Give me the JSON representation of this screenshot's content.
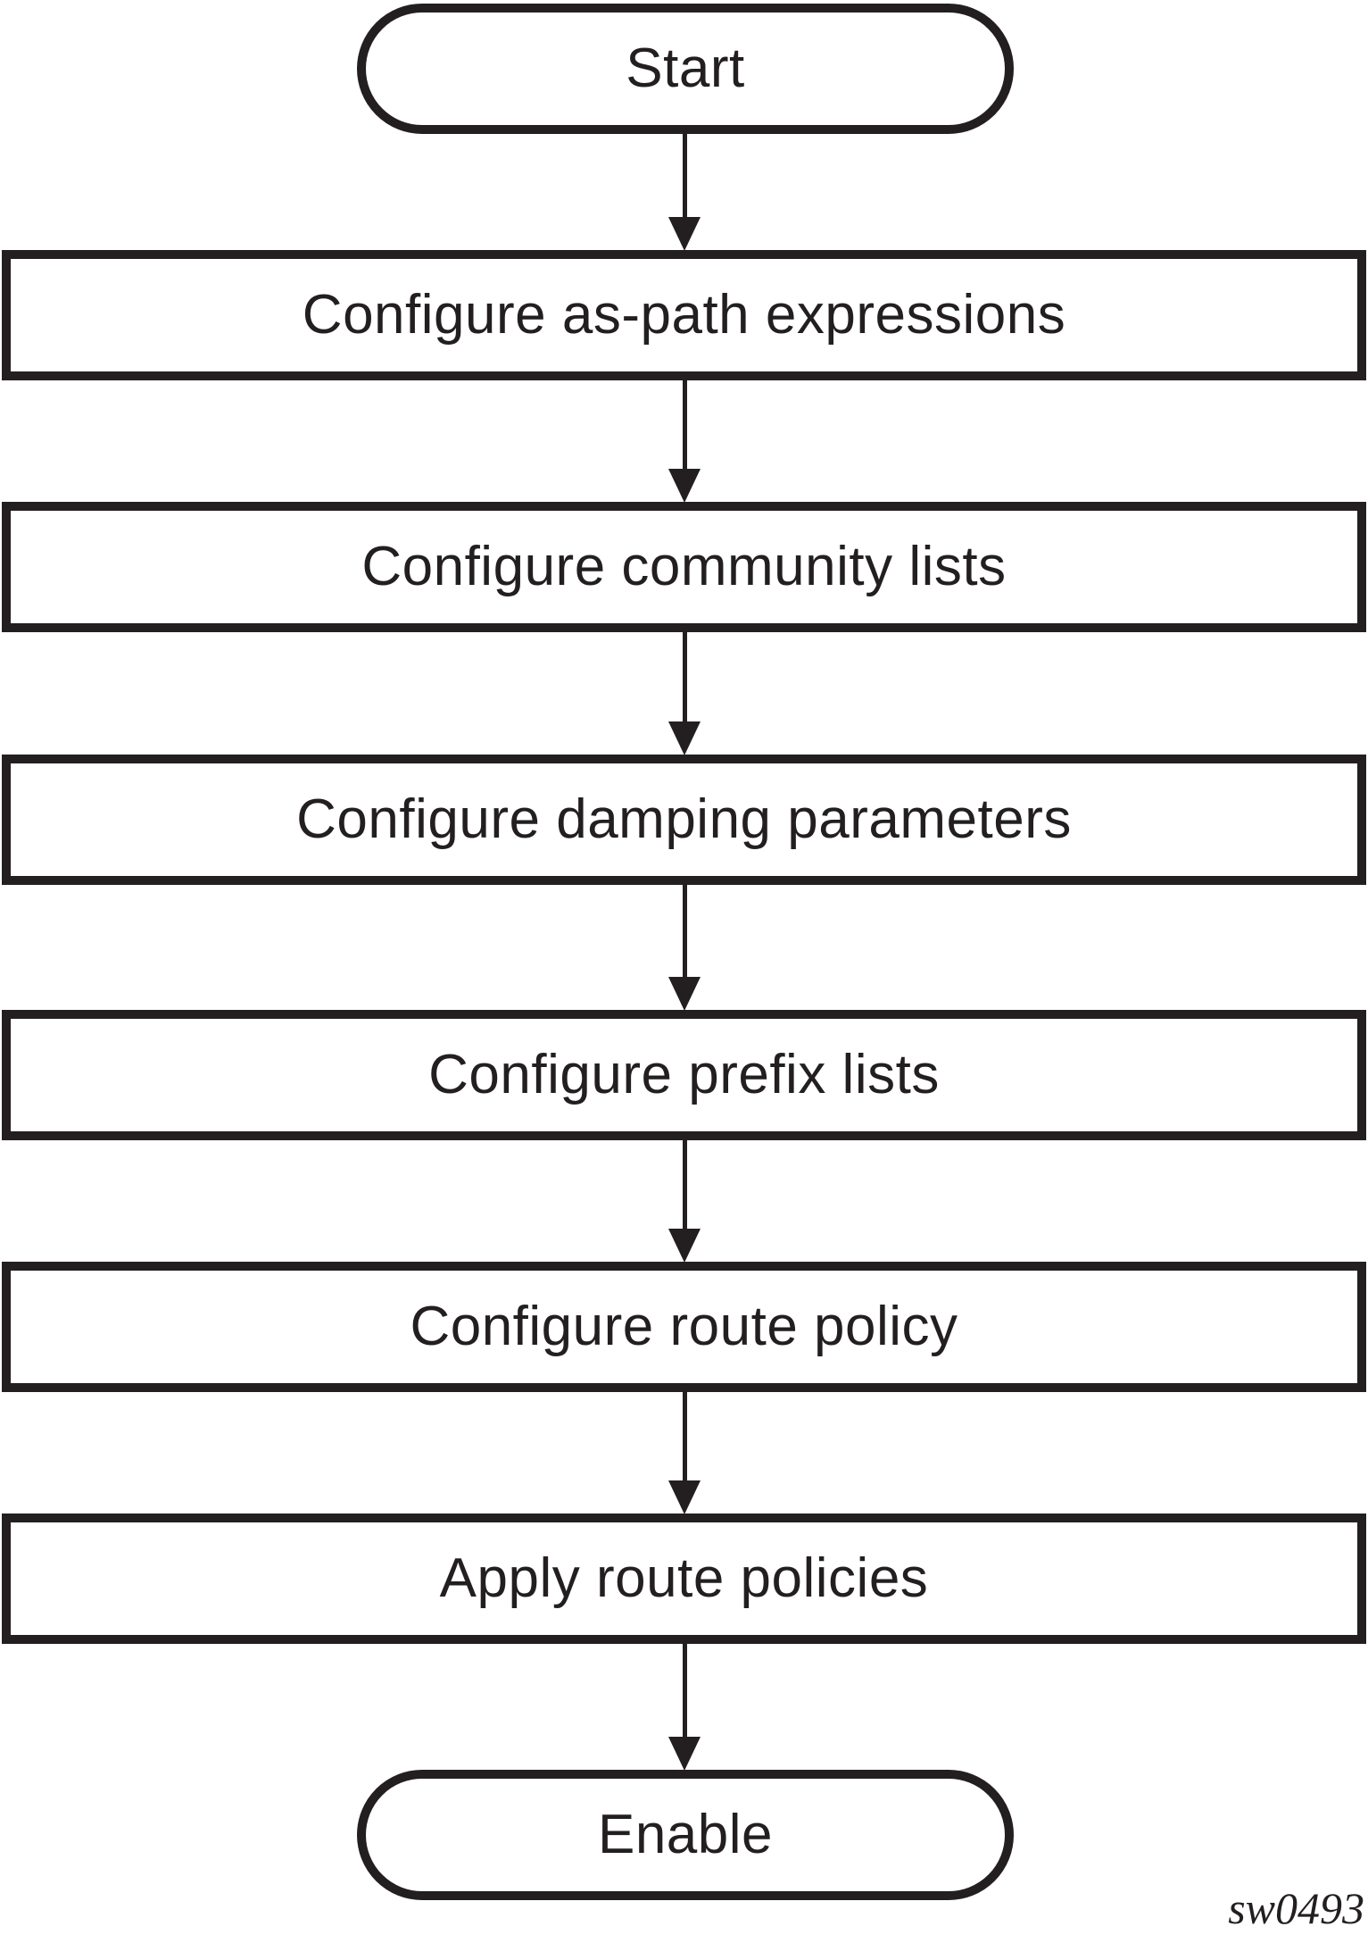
{
  "diagram": {
    "type": "flowchart",
    "caption": "sw0493",
    "colors": {
      "ink": "#231f20",
      "background": "#ffffff"
    },
    "nodes": [
      {
        "id": "start",
        "shape": "terminator",
        "label": "Start"
      },
      {
        "id": "step-1",
        "shape": "process",
        "label": "Configure as-path expressions"
      },
      {
        "id": "step-2",
        "shape": "process",
        "label": "Configure community lists"
      },
      {
        "id": "step-3",
        "shape": "process",
        "label": "Configure damping parameters"
      },
      {
        "id": "step-4",
        "shape": "process",
        "label": "Configure prefix lists"
      },
      {
        "id": "step-5",
        "shape": "process",
        "label": "Configure route policy"
      },
      {
        "id": "step-6",
        "shape": "process",
        "label": "Apply route policies"
      },
      {
        "id": "end",
        "shape": "terminator",
        "label": "Enable"
      }
    ],
    "edges": [
      {
        "from": "start",
        "to": "step-1"
      },
      {
        "from": "step-1",
        "to": "step-2"
      },
      {
        "from": "step-2",
        "to": "step-3"
      },
      {
        "from": "step-3",
        "to": "step-4"
      },
      {
        "from": "step-4",
        "to": "step-5"
      },
      {
        "from": "step-5",
        "to": "step-6"
      },
      {
        "from": "step-6",
        "to": "end"
      }
    ]
  }
}
